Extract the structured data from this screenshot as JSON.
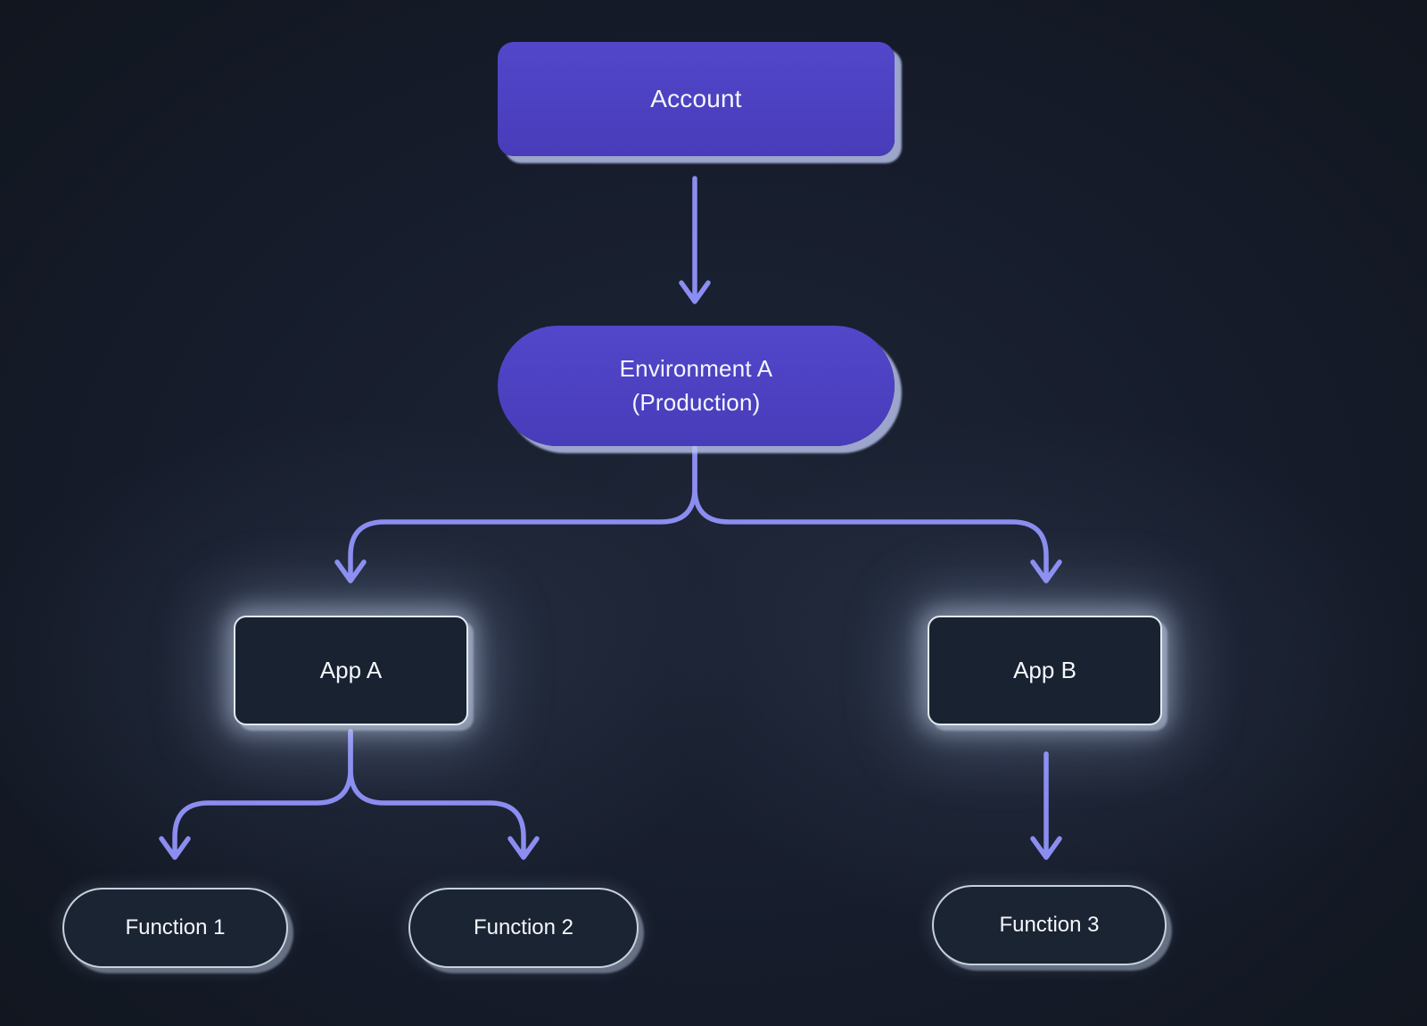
{
  "diagram": {
    "nodes": {
      "account": {
        "label": "Account"
      },
      "environment": {
        "line1": "Environment A",
        "line2": "(Production)"
      },
      "app_a": {
        "label": "App A"
      },
      "app_b": {
        "label": "App B"
      },
      "function_1": {
        "label": "Function 1"
      },
      "function_2": {
        "label": "Function 2"
      },
      "function_3": {
        "label": "Function 3"
      }
    },
    "edges": [
      {
        "from": "account",
        "to": "environment"
      },
      {
        "from": "environment",
        "to": "app_a"
      },
      {
        "from": "environment",
        "to": "app_b"
      },
      {
        "from": "app_a",
        "to": "function_1"
      },
      {
        "from": "app_a",
        "to": "function_2"
      },
      {
        "from": "app_b",
        "to": "function_3"
      }
    ],
    "colors": {
      "background": "#161c2b",
      "primary_node": "#4c41c0",
      "arrow": "#8b8df0",
      "dark_node": "#182231",
      "node_border": "#dbe3ee",
      "text": "#f5f7fc"
    }
  }
}
